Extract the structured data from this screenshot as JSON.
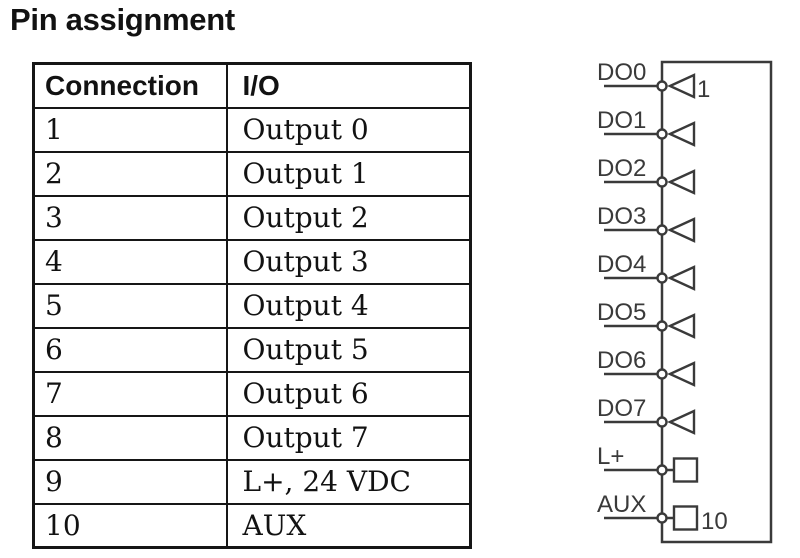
{
  "title": "Pin assignment",
  "table": {
    "headers": [
      "Connection",
      "I/O"
    ],
    "rows": [
      {
        "connection": "1",
        "io": "Output 0"
      },
      {
        "connection": "2",
        "io": "Output 1"
      },
      {
        "connection": "3",
        "io": "Output 2"
      },
      {
        "connection": "4",
        "io": "Output 3"
      },
      {
        "connection": "5",
        "io": "Output 4"
      },
      {
        "connection": "6",
        "io": "Output 5"
      },
      {
        "connection": "7",
        "io": "Output 6"
      },
      {
        "connection": "8",
        "io": "Output 7"
      },
      {
        "connection": "9",
        "io": "L+, 24 VDC"
      },
      {
        "connection": "10",
        "io": "AUX"
      }
    ]
  },
  "diagram": {
    "pins": [
      {
        "label": "DO0",
        "symbol": "triangle",
        "end_label": "1"
      },
      {
        "label": "DO1",
        "symbol": "triangle",
        "end_label": ""
      },
      {
        "label": "DO2",
        "symbol": "triangle",
        "end_label": ""
      },
      {
        "label": "DO3",
        "symbol": "triangle",
        "end_label": ""
      },
      {
        "label": "DO4",
        "symbol": "triangle",
        "end_label": ""
      },
      {
        "label": "DO5",
        "symbol": "triangle",
        "end_label": ""
      },
      {
        "label": "DO6",
        "symbol": "triangle",
        "end_label": ""
      },
      {
        "label": "DO7",
        "symbol": "triangle",
        "end_label": ""
      },
      {
        "label": "L+",
        "symbol": "square",
        "end_label": ""
      },
      {
        "label": "AUX",
        "symbol": "square",
        "end_label": "10"
      }
    ]
  },
  "colors": {
    "text": "#121212",
    "table_border": "#161616",
    "diagram_stroke": "#3a3a3a",
    "background": "#ffffff"
  }
}
